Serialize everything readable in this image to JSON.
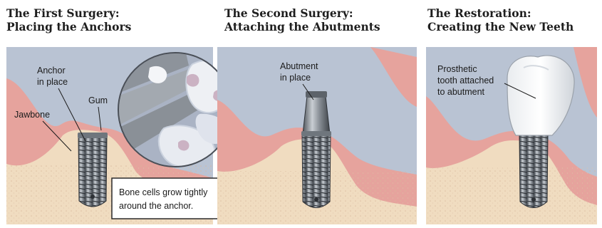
{
  "panels": [
    {
      "title_line1": "The First Surgery:",
      "title_line2": "Placing the Anchors"
    },
    {
      "title_line1": "The Second Surgery:",
      "title_line2": "Attaching the Abutments"
    },
    {
      "title_line1": "The Restoration:",
      "title_line2": "Creating the New Teeth"
    }
  ],
  "labels": {
    "anchor_line1": "Anchor",
    "anchor_line2": "in place",
    "gum": "Gum",
    "jawbone": "Jawbone",
    "abutment_line1": "Abutment",
    "abutment_line2": "in place",
    "prosthetic_line1": "Prosthetic",
    "prosthetic_line2": "tooth attached",
    "prosthetic_line3": "to abutment",
    "callout_line1": "Bone cells grow tightly",
    "callout_line2": "around the anchor."
  },
  "colors": {
    "background": "#b9c3d3",
    "gum": "#e6a39d",
    "bone": "#f0dcc0",
    "metal": "#7d838a"
  }
}
